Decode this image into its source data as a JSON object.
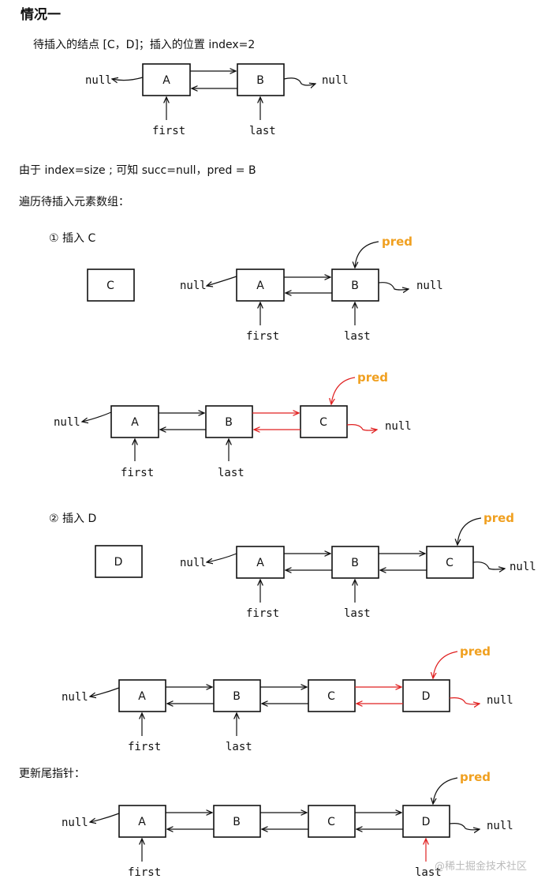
{
  "title": "情况一",
  "desc_line": "待插入的结点 [C，D]；插入的位置 index=2",
  "condition_line": "由于 index=size ; 可知 succ=null，pred = B",
  "iterate_line": "遍历待插入元素数组：",
  "step1_label": "① 插入 C",
  "step2_label": "② 插入 D",
  "update_line": "更新尾指针：",
  "labels": {
    "null": "null",
    "first": "first",
    "last": "last",
    "pred": "pred"
  },
  "nodes": {
    "a": "A",
    "b": "B",
    "c": "C",
    "d": "D"
  },
  "colors": {
    "text": "#111111",
    "highlight_red": "#e02020",
    "pred_orange": "#f0a020",
    "watermark": "#bbbbbb"
  },
  "watermark": "@稀土掘金技术社区"
}
